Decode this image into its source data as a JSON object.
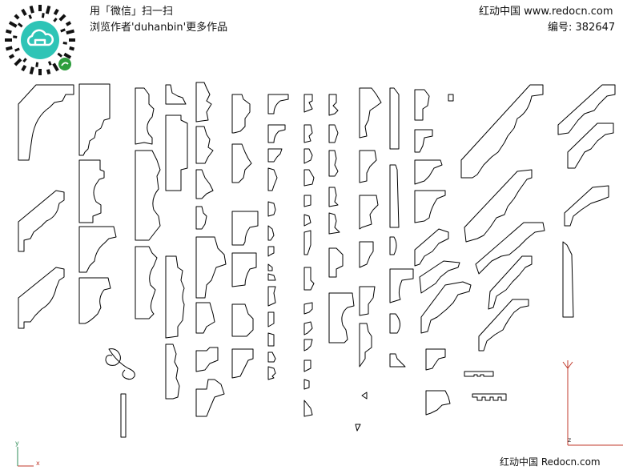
{
  "header": {
    "line1": "用「微信」扫一扫",
    "line2": "浏览作者'duhanbin'更多作品",
    "site": "红动中国 www.redocn.com",
    "code": "编号: 382647"
  },
  "footer": {
    "watermark": "红动中国 Redocn.com"
  },
  "axes": {
    "ucs_x": "x",
    "ucs_y": "y",
    "z_label": "z"
  },
  "colors": {
    "qr_badge": "#2ec4b6",
    "mini_badge": "#2e9e3e",
    "axis_red": "#c0392b",
    "axis_green": "#2e8b57"
  }
}
